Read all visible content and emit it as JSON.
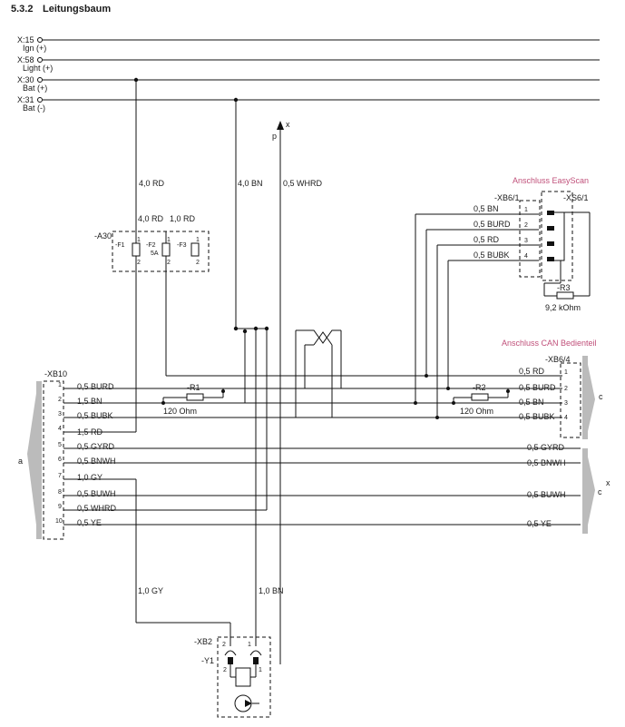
{
  "header": {
    "number": "5.3.2",
    "title": "Leitungsbaum"
  },
  "rails": [
    {
      "terminal": "X:15",
      "label": "Ign (+)"
    },
    {
      "terminal": "X:58",
      "label": "Light (+)"
    },
    {
      "terminal": "X:30",
      "label": "Bat (+)"
    },
    {
      "terminal": "X:31",
      "label": "Bat (-)"
    }
  ],
  "arrow_x": {
    "p": "p",
    "x": "x"
  },
  "wires": {
    "rd40": "4,0 RD",
    "bn40": "4,0 BN",
    "whrd05": "0,5 WHRD",
    "rd40b": "4,0 RD",
    "rd10": "1,0 RD",
    "gy10": "1,0 GY",
    "bn10": "1,0 BN"
  },
  "a30": {
    "name": "-A30",
    "f1": "-F1",
    "f2": "-F2",
    "f2b": "5A",
    "f3": "-F3"
  },
  "easyscan": {
    "title": "Anschluss EasyScan",
    "xb": "-XB6/1",
    "xs": "-XS6/1",
    "wires": [
      "0,5 BN",
      "0,5 BURD",
      "0,5 RD",
      "0,5 BUBK"
    ],
    "pins": [
      "1",
      "2",
      "3",
      "4"
    ],
    "r3": "-R3",
    "r3val": "9,2 kOhm"
  },
  "can": {
    "title": "Anschluss CAN Bedienteil",
    "xb": "-XB6/4",
    "wires": [
      "0,5 RD",
      "0,5 BURD",
      "0,5 BN",
      "0,5 BUBK"
    ],
    "pins": [
      "1",
      "2",
      "3",
      "4"
    ]
  },
  "xb10": {
    "name": "-XB10",
    "pins": [
      "1",
      "2",
      "3",
      "4",
      "5",
      "6",
      "7",
      "8",
      "9",
      "10"
    ],
    "wires": [
      "0,5 BURD",
      "1,5 BN",
      "0,5 BUBK",
      "1,5 RD",
      "0,5 GYRD",
      "0,5 BNWH",
      "1,0 GY",
      "0,5 BUWH",
      "0,5 WHRD",
      "0,5 YE"
    ]
  },
  "right_wires": [
    "0,5 GYRD",
    "0,5 BNWH",
    "0,5 BUWH",
    "0,5 YE"
  ],
  "r1": {
    "name": "-R1",
    "value": "120 Ohm"
  },
  "r2": {
    "name": "-R2",
    "value": "120 Ohm"
  },
  "side": {
    "a": "a",
    "c1": "c",
    "c2": "c",
    "x": "x"
  },
  "xb2": {
    "name": "-XB2",
    "y1": "-Y1",
    "p2": "2",
    "p1": "1",
    "p2b": "2",
    "p1b": "1"
  }
}
